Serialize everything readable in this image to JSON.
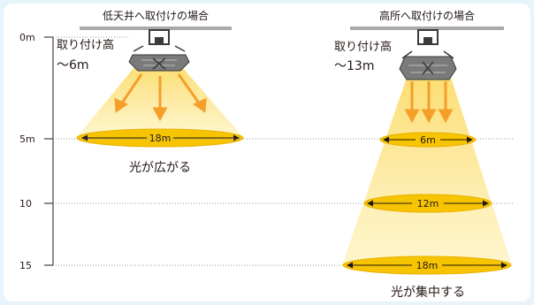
{
  "colors": {
    "background": "#e7f4fb",
    "frame": "#ffffff",
    "ceiling_bar": "#a7a9ab",
    "axis": "#231815",
    "beam_light": "#fdeda4",
    "beam_strong": "#fbd85a",
    "spot": "#f6c400",
    "spot_edge": "#eab000",
    "arrow": "#f59e2a",
    "fixture": "#7a7a7a",
    "fixture_dark": "#3a3a3a"
  },
  "axis": {
    "ticks": [
      "0m",
      "5m",
      "10",
      "15"
    ]
  },
  "panels": {
    "low": {
      "header": "低天井へ取付けの場合",
      "mount_label_1": "取り付け高",
      "mount_label_2": "～6m",
      "spot_label": "18m",
      "caption": "光が広がる",
      "arrow_icon": "arrow-down-icon"
    },
    "high": {
      "header": "高所へ取付けの場合",
      "mount_label_1": "取り付け高",
      "mount_label_2": "～13m",
      "spot_labels": [
        "6m",
        "12m",
        "18m"
      ],
      "caption": "光が集中する",
      "arrow_icon": "arrow-down-icon"
    }
  }
}
